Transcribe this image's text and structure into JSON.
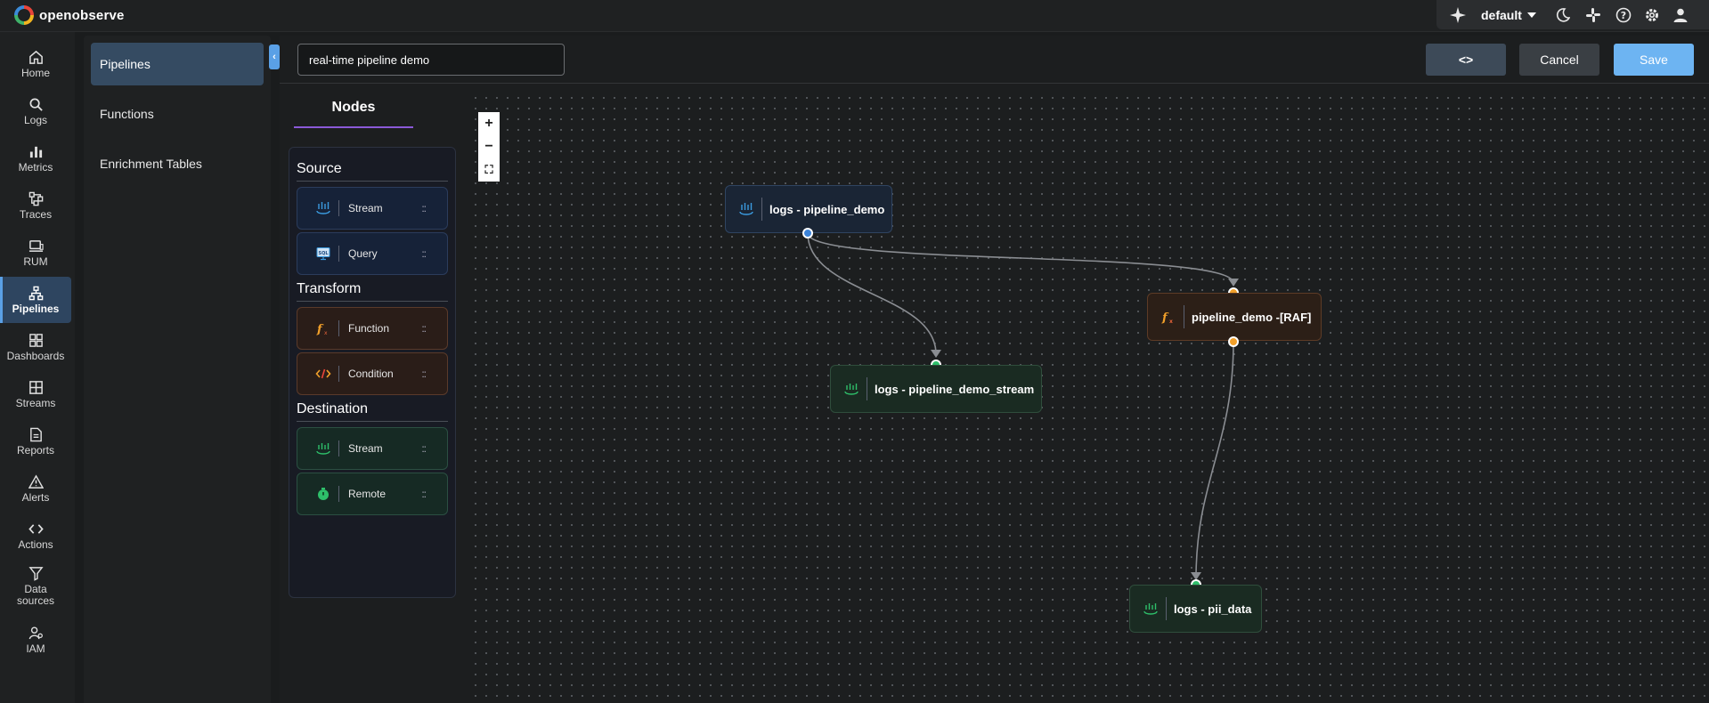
{
  "app": {
    "name": "openobserve"
  },
  "topbar": {
    "org": "default",
    "icons": [
      "ai-sparkle-icon",
      "moon-icon",
      "slack-icon",
      "help-icon",
      "settings-icon",
      "user-icon"
    ]
  },
  "nav": {
    "items": [
      {
        "label": "Home",
        "icon": "home-icon"
      },
      {
        "label": "Logs",
        "icon": "search-icon"
      },
      {
        "label": "Metrics",
        "icon": "bar-chart-icon"
      },
      {
        "label": "Traces",
        "icon": "traces-icon"
      },
      {
        "label": "RUM",
        "icon": "monitor-icon"
      },
      {
        "label": "Pipelines",
        "icon": "pipeline-icon",
        "active": true
      },
      {
        "label": "Dashboards",
        "icon": "dashboard-icon"
      },
      {
        "label": "Streams",
        "icon": "streams-icon"
      },
      {
        "label": "Reports",
        "icon": "report-icon"
      },
      {
        "label": "Alerts",
        "icon": "alert-icon"
      },
      {
        "label": "Actions",
        "icon": "code-icon"
      },
      {
        "label": "Data sources",
        "icon": "filter-icon"
      },
      {
        "label": "IAM",
        "icon": "iam-icon"
      }
    ]
  },
  "submenu": {
    "items": [
      "Pipelines",
      "Functions",
      "Enrichment Tables"
    ]
  },
  "editor": {
    "pipeline_name": "real-time pipeline demo",
    "code_button": "<>",
    "cancel_button": "Cancel",
    "save_button": "Save"
  },
  "palette": {
    "tab": "Nodes",
    "sections": [
      {
        "title": "Source",
        "items": [
          {
            "label": "Stream",
            "icon": "stream-source-icon"
          },
          {
            "label": "Query",
            "icon": "sql-query-icon"
          }
        ]
      },
      {
        "title": "Transform",
        "items": [
          {
            "label": "Function",
            "icon": "function-icon"
          },
          {
            "label": "Condition",
            "icon": "condition-code-icon"
          }
        ]
      },
      {
        "title": "Destination",
        "items": [
          {
            "label": "Stream",
            "icon": "stream-destination-icon"
          },
          {
            "label": "Remote",
            "icon": "remote-icon"
          }
        ]
      }
    ],
    "grip": "::"
  },
  "zoom": {
    "in": "+",
    "out": "−",
    "fit": "⛶"
  },
  "graph": {
    "nodes": [
      {
        "id": "src",
        "label": "logs - pipeline_demo",
        "type": "source"
      },
      {
        "id": "fn",
        "label": "pipeline_demo -[RAF]",
        "type": "function"
      },
      {
        "id": "dst1",
        "label": "logs - pipeline_demo_stream",
        "type": "destination"
      },
      {
        "id": "dst2",
        "label": "logs - pii_data",
        "type": "destination"
      }
    ],
    "edges": [
      [
        "src",
        "dst1"
      ],
      [
        "src",
        "fn"
      ],
      [
        "fn",
        "dst2"
      ]
    ]
  },
  "colors": {
    "accent": "#5aa0e6",
    "source": "#3b83d9",
    "transform": "#f2a02a",
    "destination": "#2ebf6a",
    "save": "#6db4f2"
  }
}
